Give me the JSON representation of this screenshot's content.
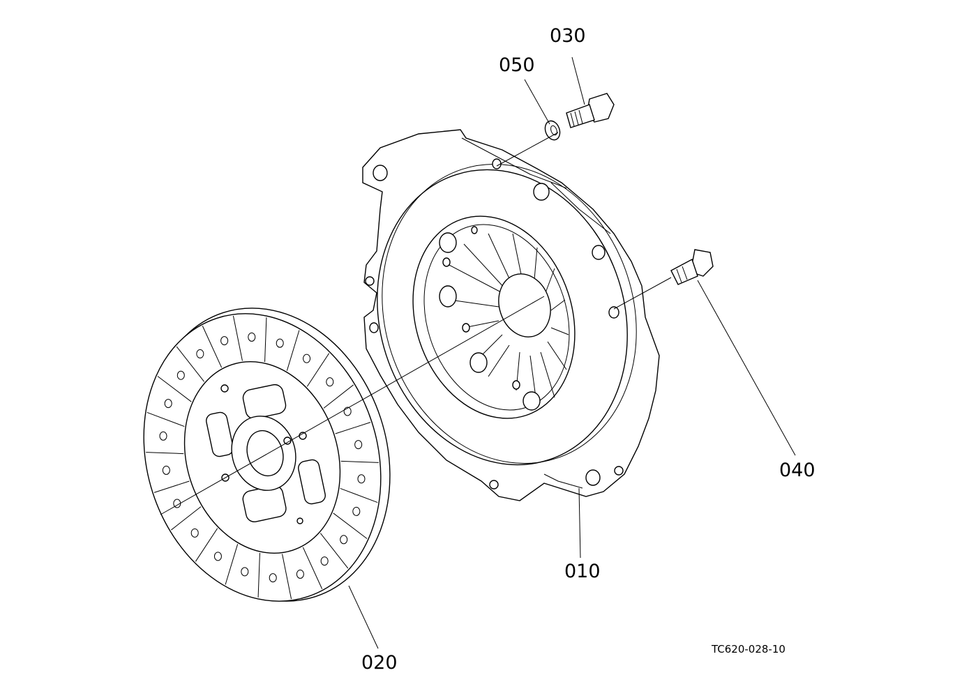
{
  "callouts": {
    "p010": "010",
    "p020": "020",
    "p030": "030",
    "p040": "040",
    "p050": "050"
  },
  "reference_code": "TC620-028-10"
}
